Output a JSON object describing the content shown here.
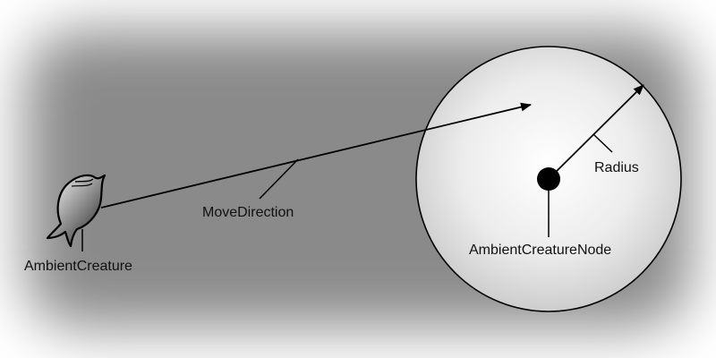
{
  "diagram": {
    "labels": {
      "creature": "AmbientCreature",
      "move_direction": "MoveDirection",
      "radius": "Radius",
      "node": "AmbientCreatureNode"
    },
    "colors": {
      "background_center": "#8a8a8a",
      "background_edge": "#ffffff",
      "circle_fill_center": "#ffffff",
      "circle_fill_edge": "#c8c8c8",
      "stroke": "#000000"
    },
    "icons": {
      "creature": "fish-icon",
      "node": "node-dot-icon"
    }
  }
}
